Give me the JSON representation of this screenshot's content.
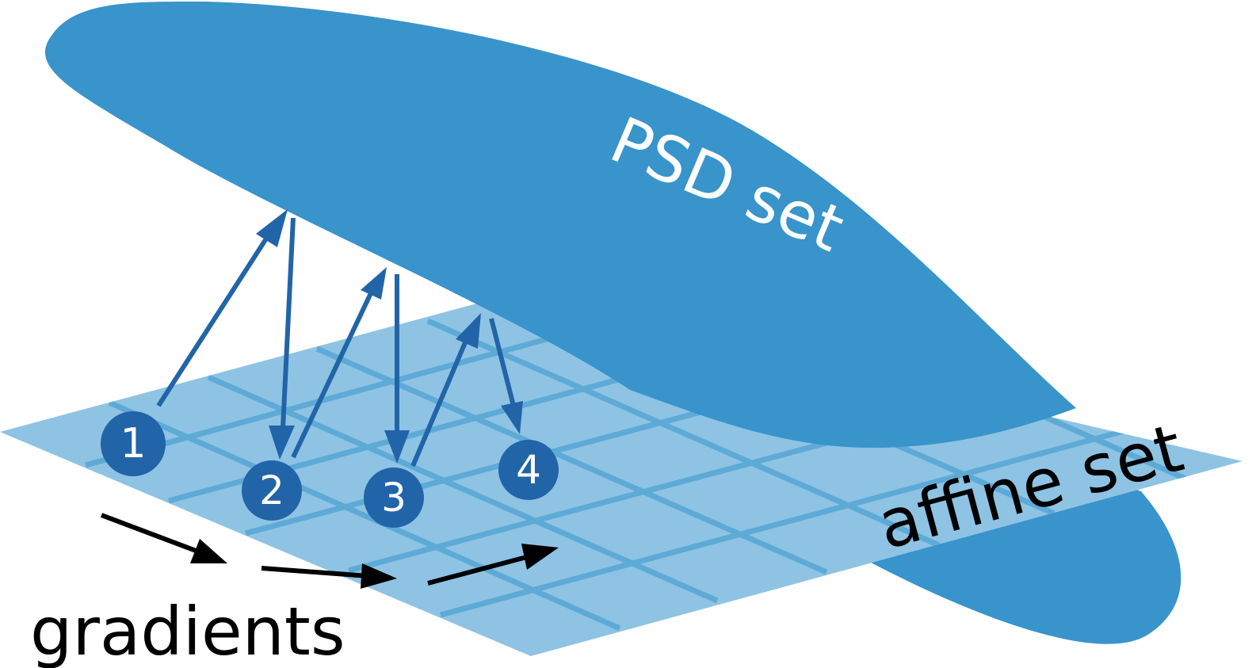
{
  "labels": {
    "psd_set": "PSD set",
    "affine_set": "affine set",
    "gradients": "gradients"
  },
  "steps": [
    "1",
    "2",
    "3",
    "4"
  ],
  "colors": {
    "psd_fill": "#3894cb",
    "affine_fill": "#8ec3e3",
    "grid_line": "#5eaad7",
    "step_node": "#2264a8",
    "projection_arrow": "#2264a8",
    "gradient_arrow": "#000000",
    "node_text": "#ffffff",
    "psd_text": "#ffffff",
    "label_text": "#000000"
  }
}
